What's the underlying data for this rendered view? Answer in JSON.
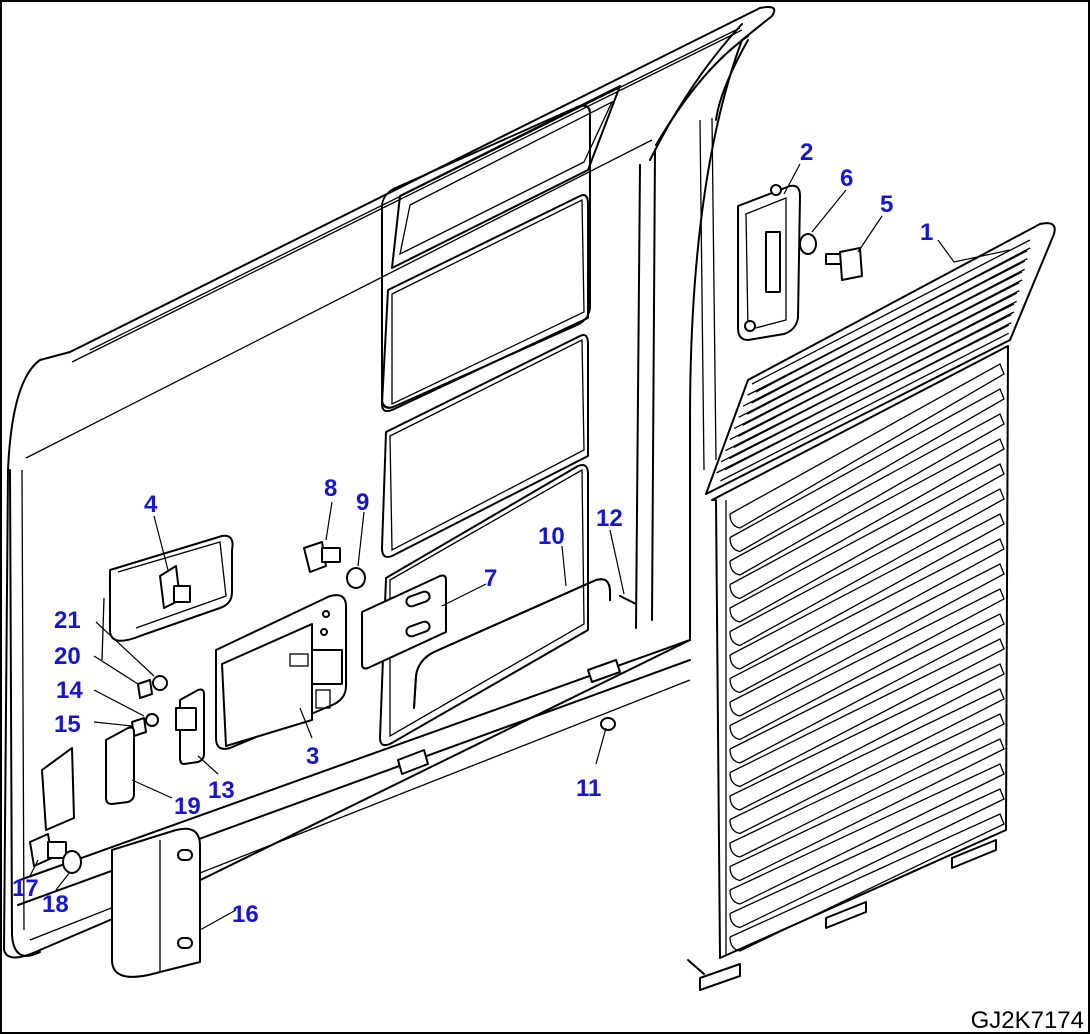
{
  "drawing_code": "GJ2K7174",
  "callout_color": "#1515d8",
  "callouts": [
    {
      "label": "1"
    },
    {
      "label": "2"
    },
    {
      "label": "3"
    },
    {
      "label": "4"
    },
    {
      "label": "5"
    },
    {
      "label": "6"
    },
    {
      "label": "7"
    },
    {
      "label": "8"
    },
    {
      "label": "9"
    },
    {
      "label": "10"
    },
    {
      "label": "11"
    },
    {
      "label": "12"
    },
    {
      "label": "13"
    },
    {
      "label": "14"
    },
    {
      "label": "15"
    },
    {
      "label": "16"
    },
    {
      "label": "17"
    },
    {
      "label": "18"
    },
    {
      "label": "19"
    },
    {
      "label": "20"
    },
    {
      "label": "21"
    }
  ]
}
